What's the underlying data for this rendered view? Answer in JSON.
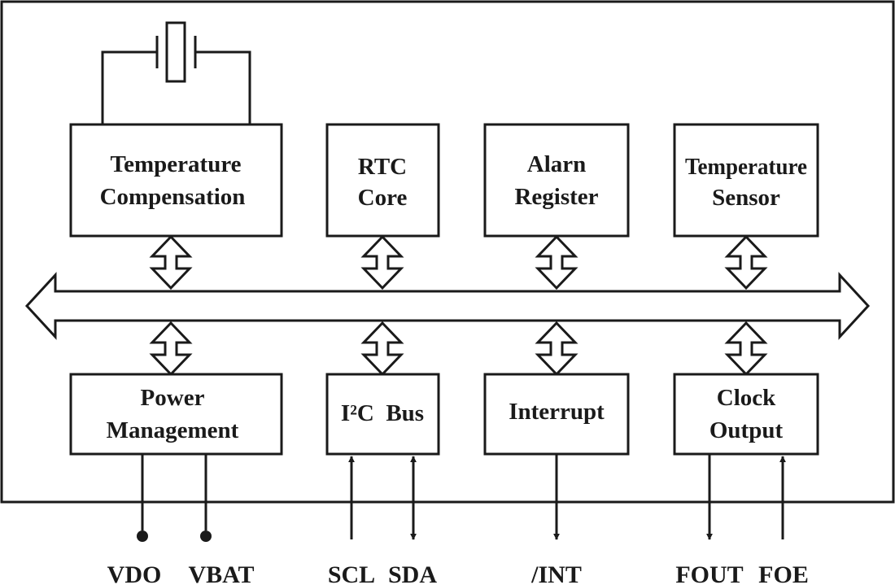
{
  "blocks": {
    "temp_comp": [
      "Temperature",
      "Compensation"
    ],
    "rtc_core": [
      "RTC",
      "Core"
    ],
    "alarm_reg": [
      "Alarn",
      "Register"
    ],
    "temp_sensor": [
      "Temperature",
      "Sensor"
    ],
    "power_mgmt": [
      "Power",
      "Management"
    ],
    "i2c_bus": [
      "I²C  Bus"
    ],
    "interrupt": [
      "Interrupt"
    ],
    "clock_out": [
      "Clock",
      "Output"
    ]
  },
  "pins": {
    "vdo": "VDO",
    "vbat": "VBAT",
    "scl": "SCL",
    "sda": "SDA",
    "int": "/INT",
    "fout": "FOUT",
    "foe": "FOE"
  }
}
